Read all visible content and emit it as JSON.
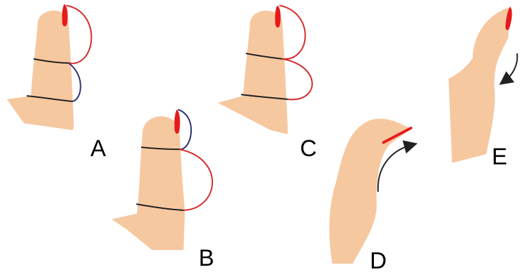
{
  "colors": {
    "background": "#ffffff",
    "skin": "#f6c8a0",
    "skin_shade": "#e9b48a",
    "nail": "#e51b1b",
    "red_line": "#d62a2a",
    "blue_line": "#2e2f6e",
    "crease": "#1f1f1f",
    "arrow": "#222222"
  },
  "panels": [
    {
      "id": "A",
      "label": "A"
    },
    {
      "id": "B",
      "label": "B"
    },
    {
      "id": "C",
      "label": "C"
    },
    {
      "id": "D",
      "label": "D",
      "arrow": "curved-up-arrow"
    },
    {
      "id": "E",
      "label": "E",
      "arrow": "curved-down-arrow"
    }
  ]
}
